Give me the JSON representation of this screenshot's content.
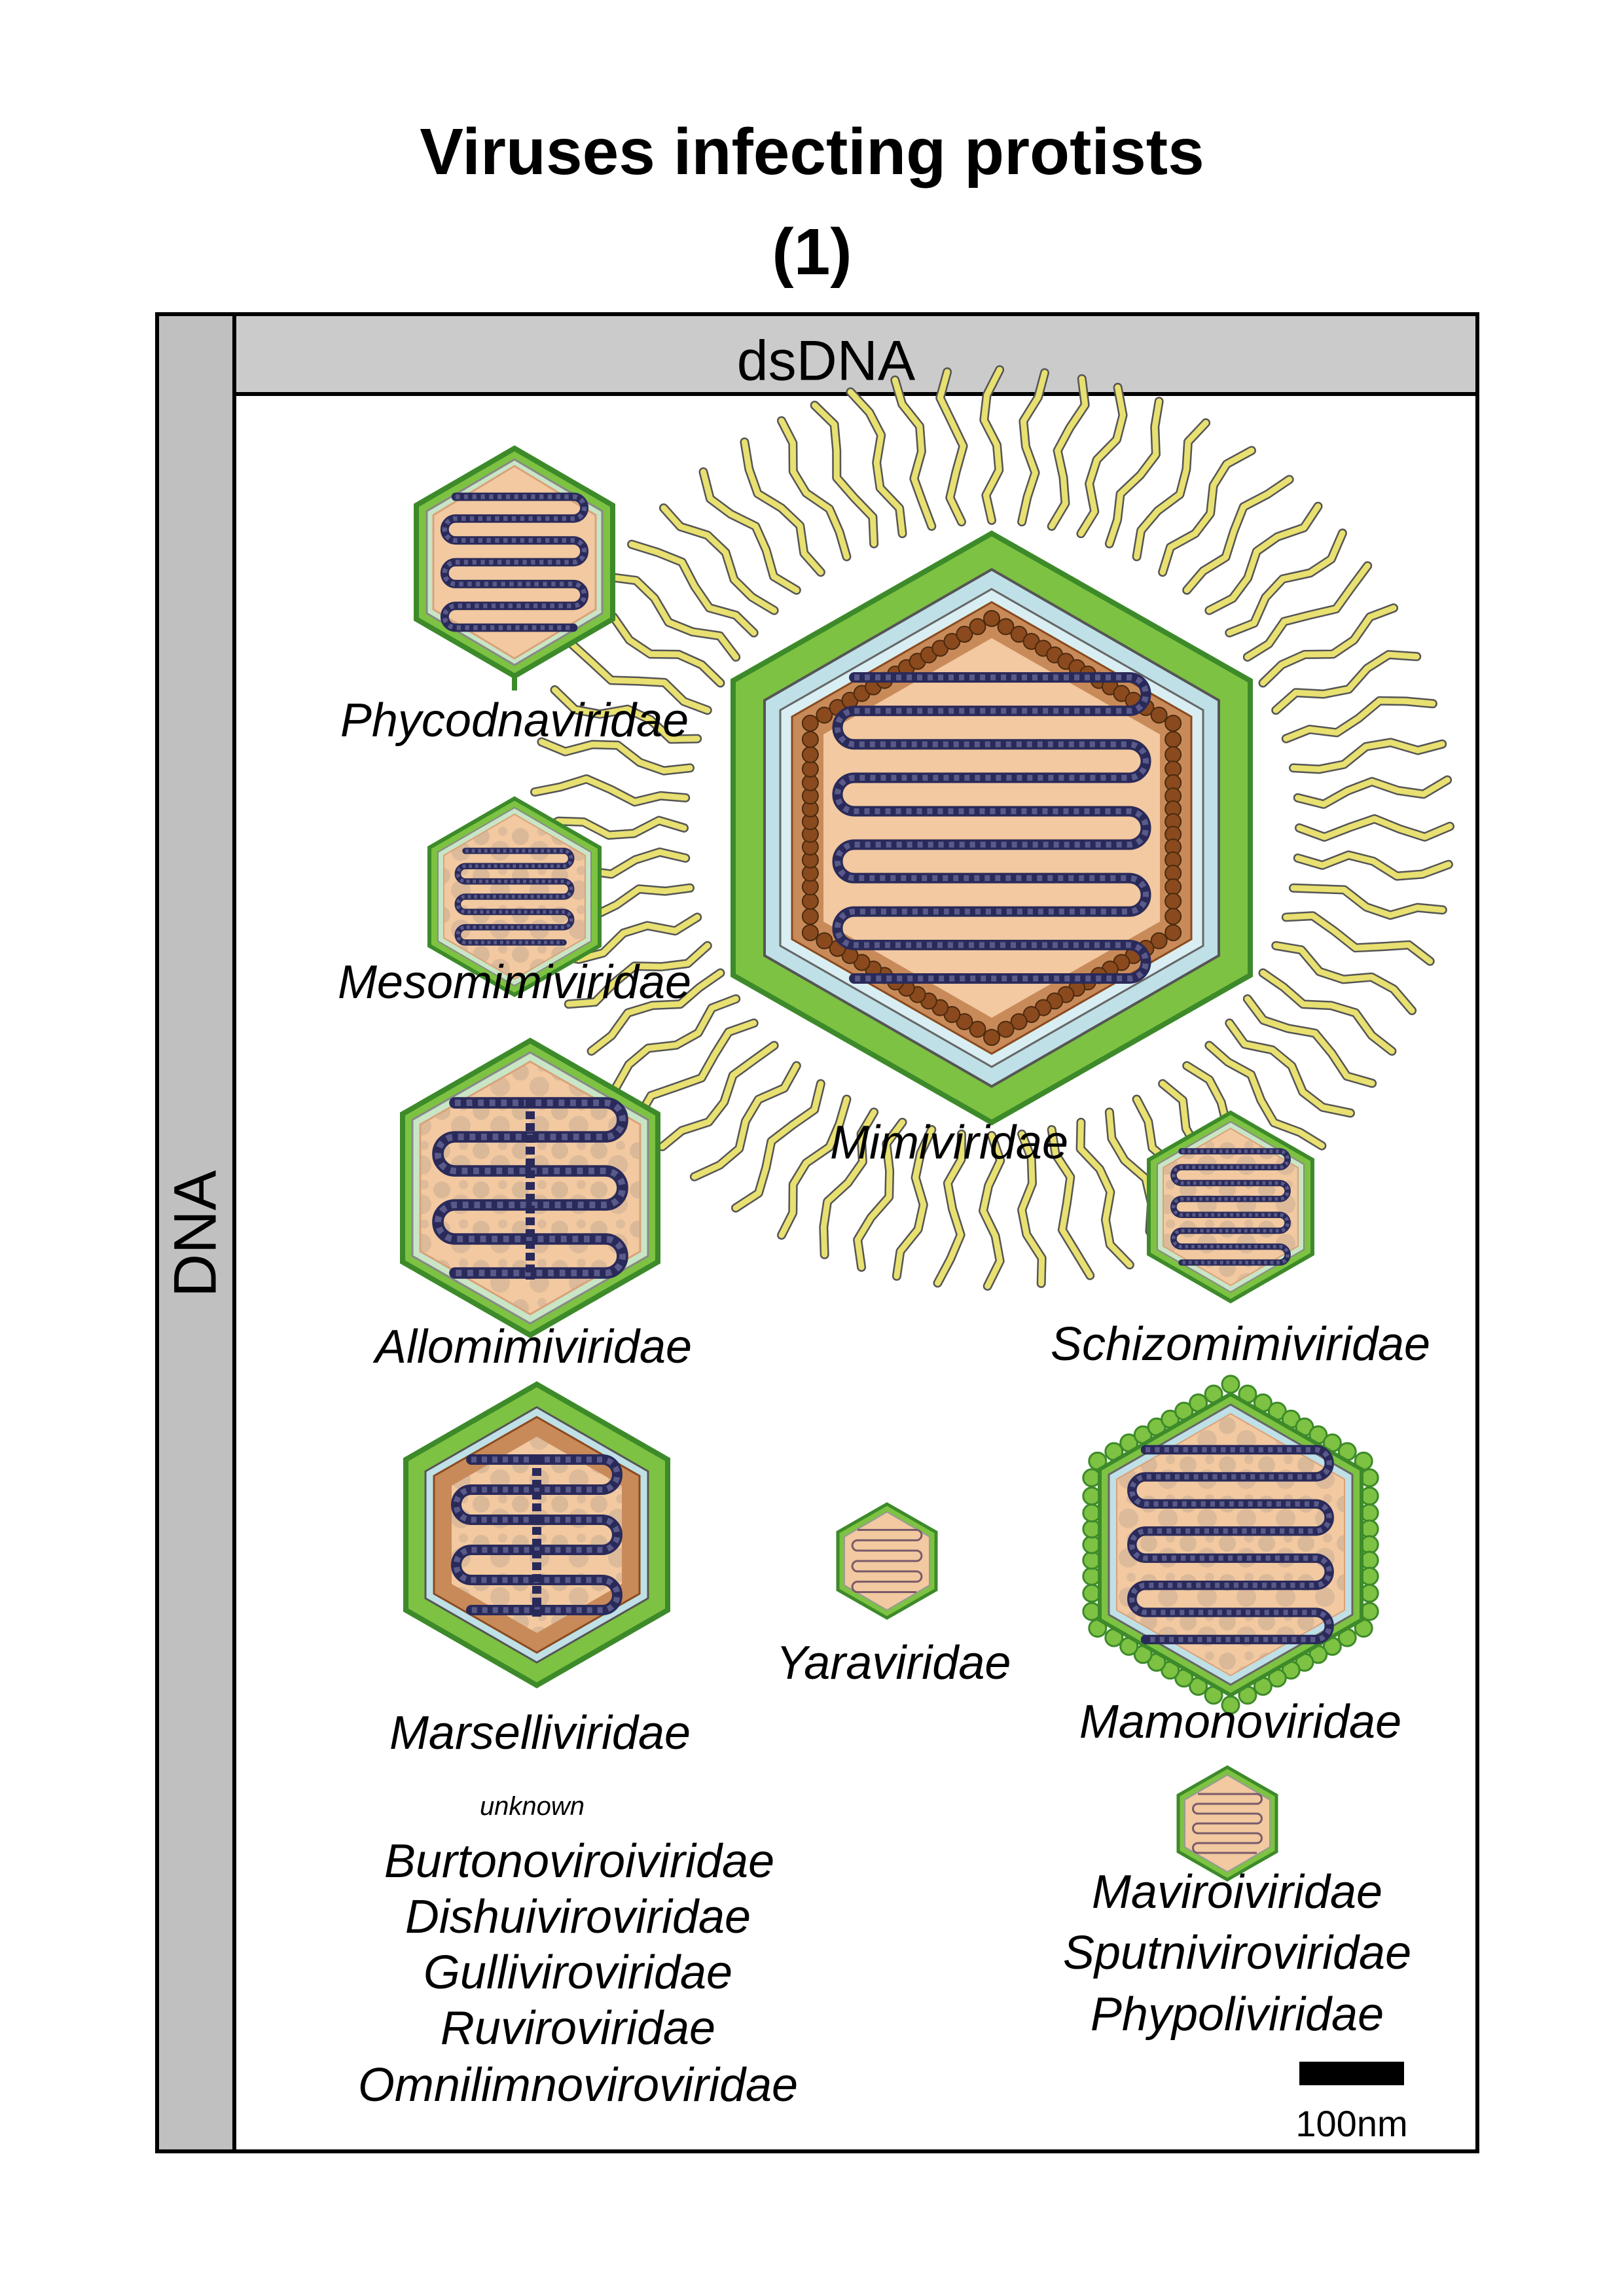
{
  "title_line1": "Viruses infecting protists",
  "title_line2": "(1)",
  "side_label": "DNA",
  "top_label": "dsDNA",
  "families": {
    "phycodnaviridae": "Phycodnaviridae",
    "mesomimiviridae": "Mesomimiviridae",
    "mimiviridae": "Mimiviridae",
    "allomimiviridae": "Allomimiviridae",
    "schizomimiviridae": "Schizomimiviridae",
    "marselliviridae": "Marselliviridae",
    "yaraviridae": "Yaraviridae",
    "mamonoviridae": "Mamonoviridae",
    "unknown_note": "unknown",
    "burtonoviroiviridae": "Burtonoviroiviridae",
    "dishuiviroviridae": "Dishuiviroviridae",
    "gulliviroviridae": "Gulliviroviridae",
    "ruviroviridae": "Ruviroviridae",
    "omnilimnoviroviridae": "Omnilimnoviroviridae",
    "maviroiviridae": "Maviroiviridae",
    "sputniviroviridae": "Sputniviroviridae",
    "phypoliviridae": "Phypoliviridae"
  },
  "scale": {
    "label": "100nm"
  },
  "colors": {
    "capsid_green": "#7dc242",
    "capsid_green_dark": "#3d8a2a",
    "vertex_teal": "#3a9a8c",
    "core_tan": "#f2c9a0",
    "core_brown": "#c98a5a",
    "bead_brown": "#8a4a1e",
    "membrane_blue": "#bfe0e6",
    "genome_navy": "#2a2a5a",
    "fiber_yellow": "#e8e070"
  }
}
